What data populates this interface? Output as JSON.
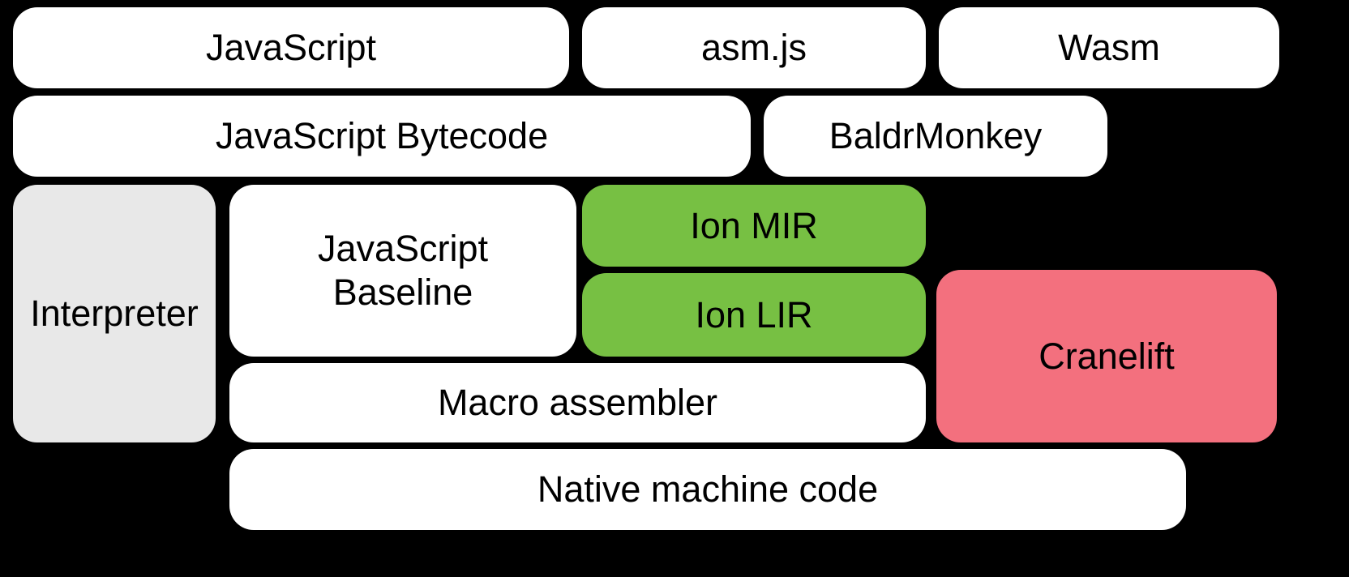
{
  "diagram": {
    "background": "#000000",
    "text_color": "#000000",
    "colors": {
      "default_fill": "#ffffff",
      "interpreter_fill": "#e8e8e8",
      "ion_fill": "#77c043",
      "cranelift_fill": "#f3707e"
    },
    "blocks": [
      {
        "id": "javascript",
        "label": "JavaScript",
        "fill": "#ffffff"
      },
      {
        "id": "asm-js",
        "label": "asm.js",
        "fill": "#ffffff"
      },
      {
        "id": "wasm",
        "label": "Wasm",
        "fill": "#ffffff"
      },
      {
        "id": "javascript-bytecode",
        "label": "JavaScript Bytecode",
        "fill": "#ffffff"
      },
      {
        "id": "baldrmonkey",
        "label": "BaldrMonkey",
        "fill": "#ffffff"
      },
      {
        "id": "interpreter",
        "label": "Interpreter",
        "fill": "#e8e8e8"
      },
      {
        "id": "javascript-baseline",
        "label": "JavaScript Baseline",
        "fill": "#ffffff"
      },
      {
        "id": "ion-mir",
        "label": "Ion MIR",
        "fill": "#77c043"
      },
      {
        "id": "ion-lir",
        "label": "Ion LIR",
        "fill": "#77c043"
      },
      {
        "id": "cranelift",
        "label": "Cranelift",
        "fill": "#f3707e"
      },
      {
        "id": "macro-assembler",
        "label": "Macro assembler",
        "fill": "#ffffff"
      },
      {
        "id": "native-machine-code",
        "label": "Native machine code",
        "fill": "#ffffff"
      }
    ]
  }
}
